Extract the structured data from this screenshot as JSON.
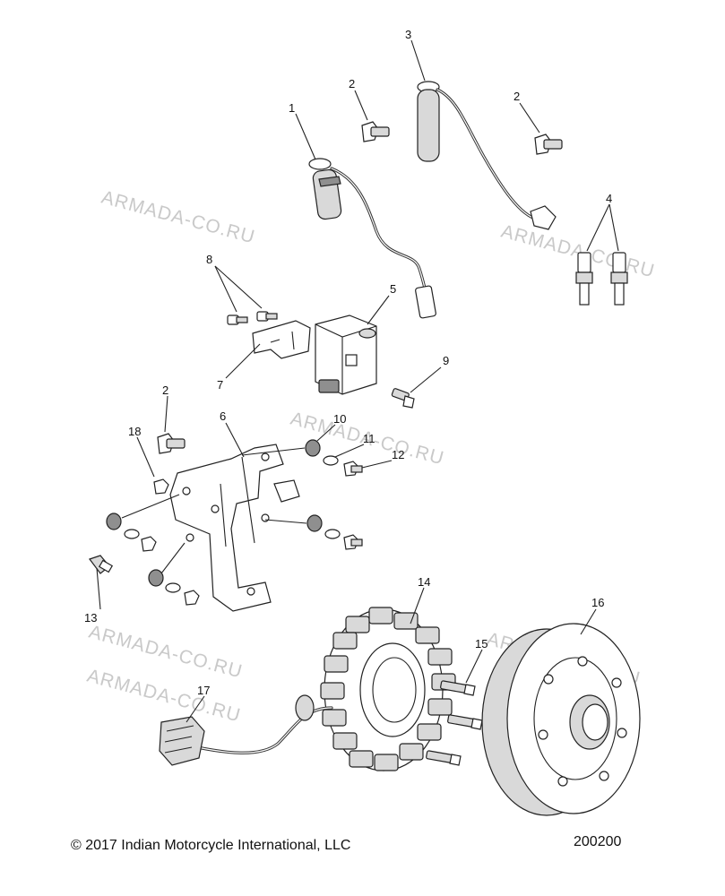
{
  "watermarks": [
    {
      "text": "ARMADA-CO.RU"
    },
    {
      "text": "ARMADA-CO.RU"
    },
    {
      "text": "ARMADA-CO.RU"
    },
    {
      "text": "ARMADA-CO.RU"
    },
    {
      "text": "ARMADA-CO.RU"
    },
    {
      "text": "ARMADA-CO.RU"
    }
  ],
  "callouts": [
    {
      "id": "1",
      "label": "1"
    },
    {
      "id": "2a",
      "label": "2"
    },
    {
      "id": "3",
      "label": "3"
    },
    {
      "id": "2b",
      "label": "2"
    },
    {
      "id": "4",
      "label": "4"
    },
    {
      "id": "8",
      "label": "8"
    },
    {
      "id": "5",
      "label": "5"
    },
    {
      "id": "7",
      "label": "7"
    },
    {
      "id": "9",
      "label": "9"
    },
    {
      "id": "2c",
      "label": "2"
    },
    {
      "id": "6",
      "label": "6"
    },
    {
      "id": "10",
      "label": "10"
    },
    {
      "id": "18",
      "label": "18"
    },
    {
      "id": "11",
      "label": "11"
    },
    {
      "id": "12",
      "label": "12"
    },
    {
      "id": "13",
      "label": "13"
    },
    {
      "id": "14",
      "label": "14"
    },
    {
      "id": "16",
      "label": "16"
    },
    {
      "id": "15",
      "label": "15"
    },
    {
      "id": "17",
      "label": "17"
    }
  ],
  "footer": {
    "copyright": "© 2017 Indian Motorcycle International, LLC",
    "diagram_number": "200200"
  }
}
